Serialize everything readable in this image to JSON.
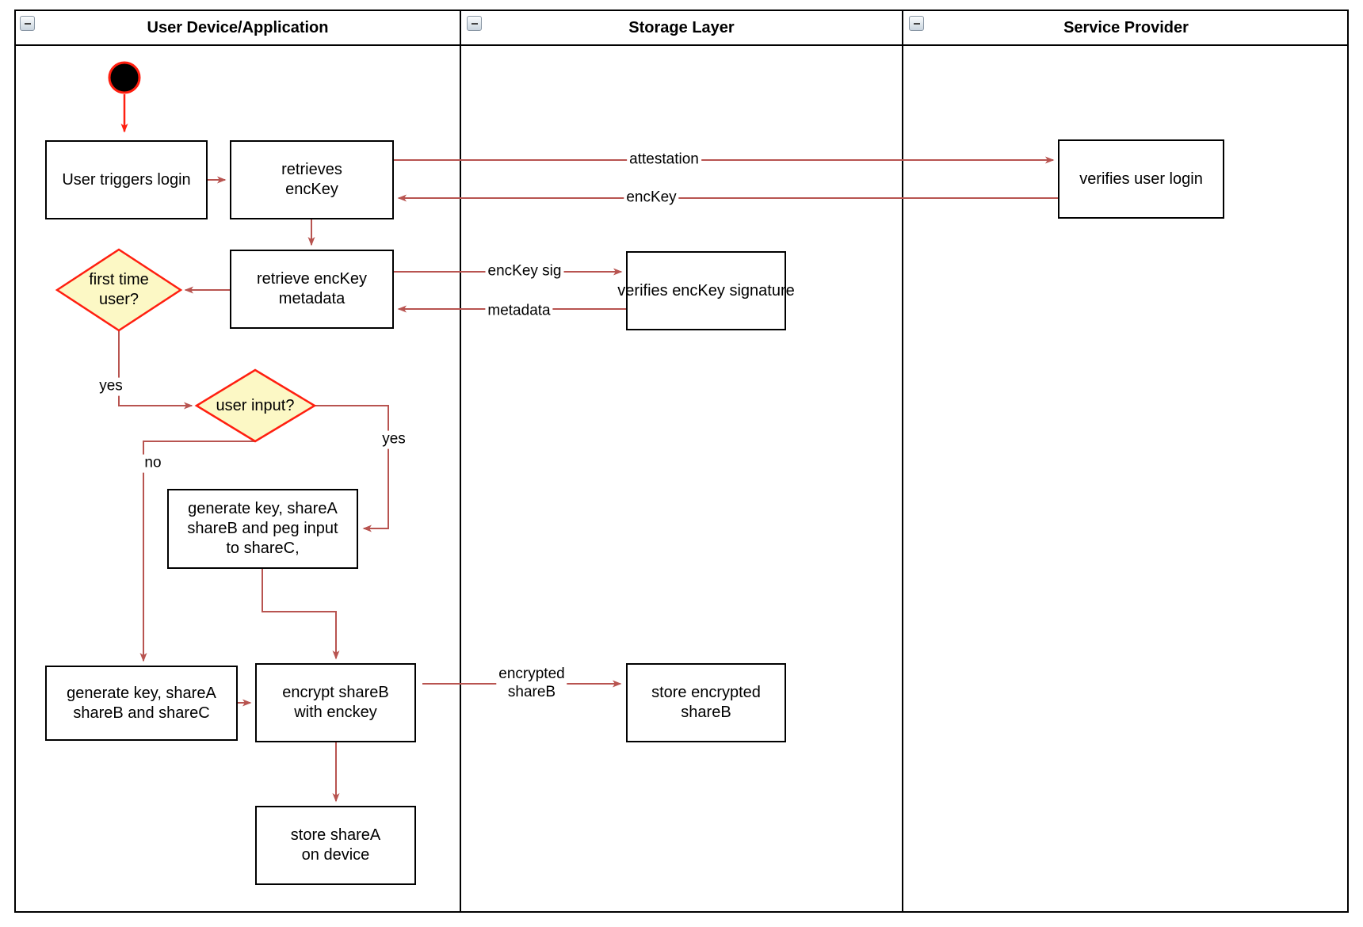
{
  "lanes": [
    {
      "title": "User Device/Application"
    },
    {
      "title": "Storage Layer"
    },
    {
      "title": "Service Provider"
    }
  ],
  "nodes": {
    "user_triggers_login": "User triggers login",
    "retrieves_enckey": "retrieves\nencKey",
    "verifies_user_login": "verifies user login",
    "retrieve_enckey_metadata": "retrieve encKey\nmetadata",
    "verifies_enckey_signature": "verifies encKey signature",
    "first_time_user": "first time\nuser?",
    "user_input": "user input?",
    "generate_key_peg_input": "generate key, shareA\nshareB and peg input\nto shareC,",
    "generate_key_shares": "generate key, shareA\nshareB and shareC",
    "encrypt_shareb": "encrypt shareB\nwith enckey",
    "store_encrypted_shareb": "store encrypted\nshareB",
    "store_sharea": "store shareA\non device"
  },
  "edge_labels": {
    "attestation": "attestation",
    "enckey": "encKey",
    "enckey_sig": "encKey sig",
    "metadata": "metadata",
    "yes_first_time": "yes",
    "yes_user_input": "yes",
    "no_user_input": "no",
    "encrypted_shareb": "encrypted\nshareB"
  },
  "colors": {
    "connector": "#B85450",
    "highlight_red": "#FF1F10",
    "diamond_fill": "#FCF8C5",
    "node_stroke": "#000000",
    "start_fill": "#000000"
  }
}
